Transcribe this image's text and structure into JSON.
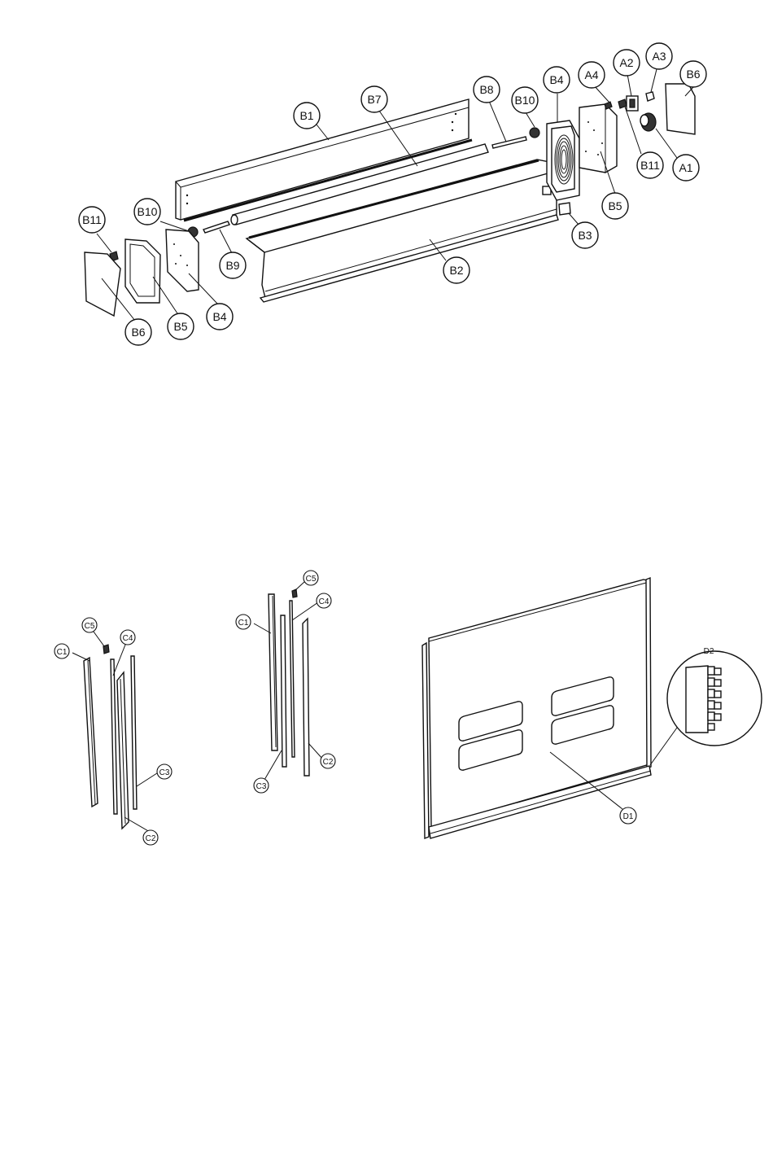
{
  "diagram": {
    "assembly_upper": {
      "labels": {
        "B1": "B1",
        "B7": "B7",
        "B8": "B8",
        "B10a": "B10",
        "B4a": "B4",
        "A4": "A4",
        "A2": "A2",
        "A3": "A3",
        "B6a": "B6",
        "B11a": "B11",
        "A1": "A1",
        "B5a": "B5",
        "B3": "B3",
        "B2": "B2",
        "B9": "B9",
        "B10b": "B10",
        "B11b": "B11",
        "B6b": "B6",
        "B5b": "B5",
        "B4b": "B4"
      }
    },
    "frame_left": {
      "labels": {
        "C5": "C5",
        "C4": "C4",
        "C1": "C1",
        "C3": "C3",
        "C2": "C2"
      }
    },
    "frame_middle": {
      "labels": {
        "C5": "C5",
        "C4": "C4",
        "C1": "C1",
        "C3": "C3",
        "C2": "C2"
      }
    },
    "panel_assembly": {
      "labels": {
        "D1": "D1",
        "D2": "D2"
      }
    }
  }
}
